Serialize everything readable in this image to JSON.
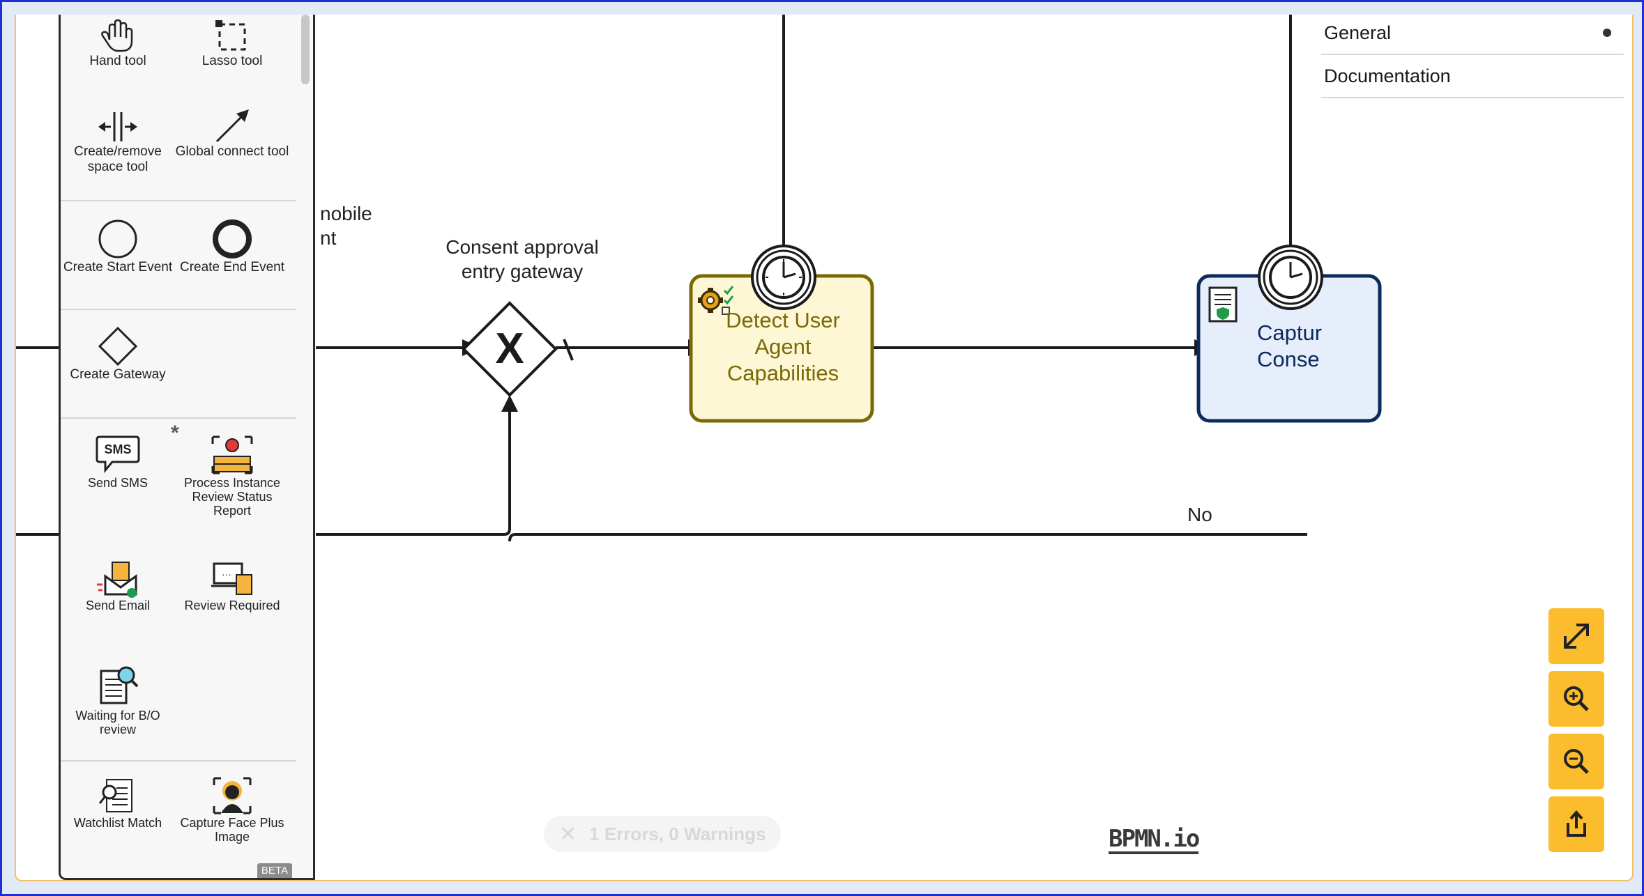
{
  "palette": {
    "tools": [
      {
        "label": "Hand tool",
        "icon": "hand-icon"
      },
      {
        "label": "Lasso tool",
        "icon": "lasso-icon"
      },
      {
        "label": "Create/remove space tool",
        "icon": "space-tool-icon"
      },
      {
        "label": "Global connect tool",
        "icon": "connect-arrow-icon"
      },
      {
        "label": "Create Start Event",
        "icon": "start-event-icon"
      },
      {
        "label": "Create End Event",
        "icon": "end-event-icon"
      },
      {
        "label": "Create Gateway",
        "icon": "gateway-icon"
      },
      {
        "label": "Send SMS",
        "icon": "sms-icon"
      },
      {
        "label": "Process Instance Review Status Report",
        "icon": "status-report-icon"
      },
      {
        "label": "Send Email",
        "icon": "email-icon"
      },
      {
        "label": "Review Required",
        "icon": "review-icon"
      },
      {
        "label": "Waiting for B/O review",
        "icon": "document-search-icon"
      },
      {
        "label": "Watchlist Match",
        "icon": "watchlist-icon"
      },
      {
        "label": "Capture Face Plus Image",
        "icon": "face-capture-icon"
      }
    ],
    "sms_text": "SMS",
    "star": "*",
    "beta": "BETA"
  },
  "diagram": {
    "partial_label": "nobile\nnt",
    "gateway_label": "Consent approval entry gateway",
    "gateway_marker": "X",
    "task1_label": "Detect User Agent Capabilities",
    "task2_label": "Captur Conse",
    "flow_label_no": "No",
    "colors": {
      "task1_fill": "#fdf7d6",
      "task1_stroke": "#7a6a05",
      "task1_text": "#7a6a05",
      "task2_fill": "#e6eefc",
      "task2_stroke": "#0d2a5c",
      "task2_text": "#0d2a5c",
      "zoom_button": "#fbbd2d"
    }
  },
  "properties": {
    "rows": [
      "General",
      "Documentation"
    ]
  },
  "controls": {
    "buttons": [
      "fullscreen-icon",
      "zoom-in-icon",
      "zoom-out-icon",
      "export-icon"
    ]
  },
  "status": {
    "errors_text": "1 Errors, 0 Warnings",
    "brand": "BPMN.io"
  }
}
